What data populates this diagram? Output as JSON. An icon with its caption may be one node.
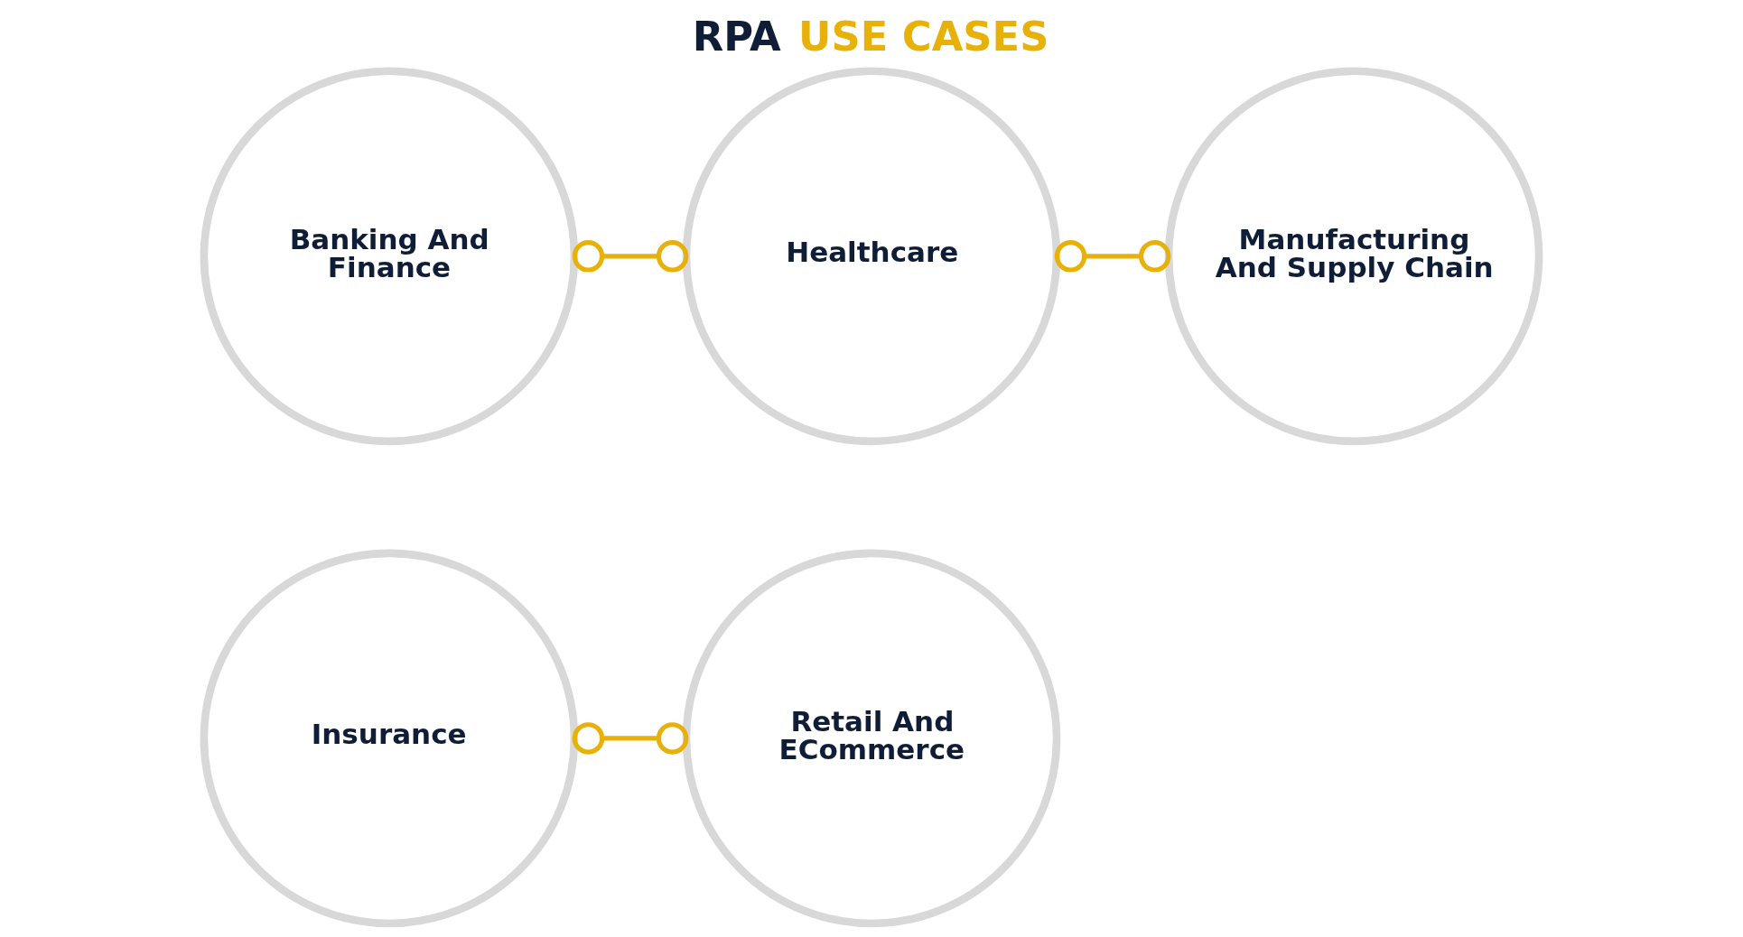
{
  "diagram": {
    "title": "RPA USE CASES",
    "nodes": [
      {
        "text": [
          "Banking And Finance"
        ]
      },
      {
        "text": [
          "Healthcare"
        ]
      },
      {
        "text": [
          "Manufacturing And Supply Chain"
        ]
      },
      {
        "text": [
          "Insurance"
        ]
      },
      {
        "text": [
          "Retail And ECommerce"
        ]
      }
    ],
    "edges": [
      {
        "from": 0,
        "to": 1,
        "arrow": "other"
      },
      {
        "from": 1,
        "to": 2,
        "arrow": "other"
      },
      {
        "from": 3,
        "to": 4,
        "arrow": "other"
      }
    ]
  }
}
